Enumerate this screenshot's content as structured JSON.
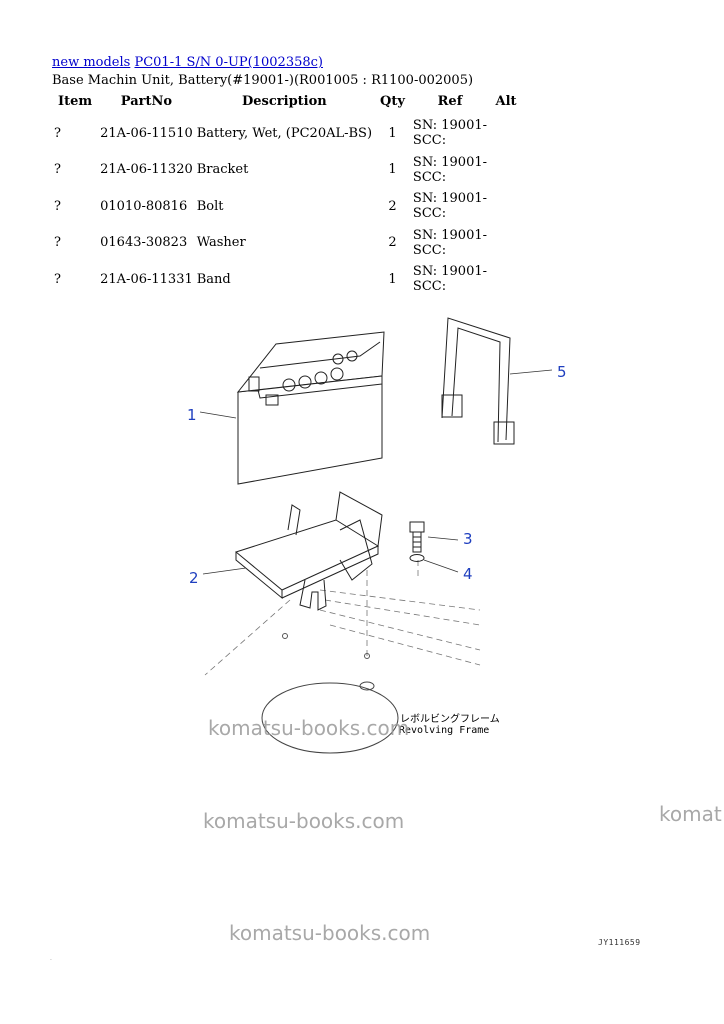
{
  "breadcrumb": {
    "link1": "new models",
    "link2": "PC01-1 S/N 0-UP(1002358c)"
  },
  "subtitle": "Base Machin Unit, Battery(#19001-)(R001005 : R1100-002005)",
  "table": {
    "headers": [
      "Item",
      "PartNo",
      "Description",
      "Qty",
      "Ref",
      "Alt"
    ],
    "rows": [
      {
        "item": "?",
        "part": "21A-06-11510",
        "desc": "Battery, Wet, (PC20AL-BS)",
        "qty": "1",
        "ref1": "SN: 19001-",
        "ref2": "SCC:"
      },
      {
        "item": "?",
        "part": "21A-06-11320",
        "desc": "Bracket",
        "qty": "1",
        "ref1": "SN: 19001-",
        "ref2": "SCC:"
      },
      {
        "item": "?",
        "part": "01010-80816",
        "desc": "Bolt",
        "qty": "2",
        "ref1": "SN: 19001-",
        "ref2": "SCC:"
      },
      {
        "item": "?",
        "part": "01643-30823",
        "desc": "Washer",
        "qty": "2",
        "ref1": "SN: 19001-",
        "ref2": "SCC:"
      },
      {
        "item": "?",
        "part": "21A-06-11331",
        "desc": "Band",
        "qty": "1",
        "ref1": "SN: 19001-",
        "ref2": "SCC:"
      }
    ]
  },
  "diagram": {
    "callouts": [
      "1",
      "2",
      "3",
      "4",
      "5"
    ],
    "frame_label_jp": "レボルビングフレーム",
    "frame_label_en": "Revolving Frame",
    "drawing_code": "JY111659"
  },
  "watermarks": [
    "komatsu-books.com",
    "komatsu-books.com",
    "komat",
    "komatsu-books.com"
  ],
  "colors": {
    "link": "#0000cc",
    "callout": "#1f3fbf",
    "watermark": "#9a9a9a"
  }
}
